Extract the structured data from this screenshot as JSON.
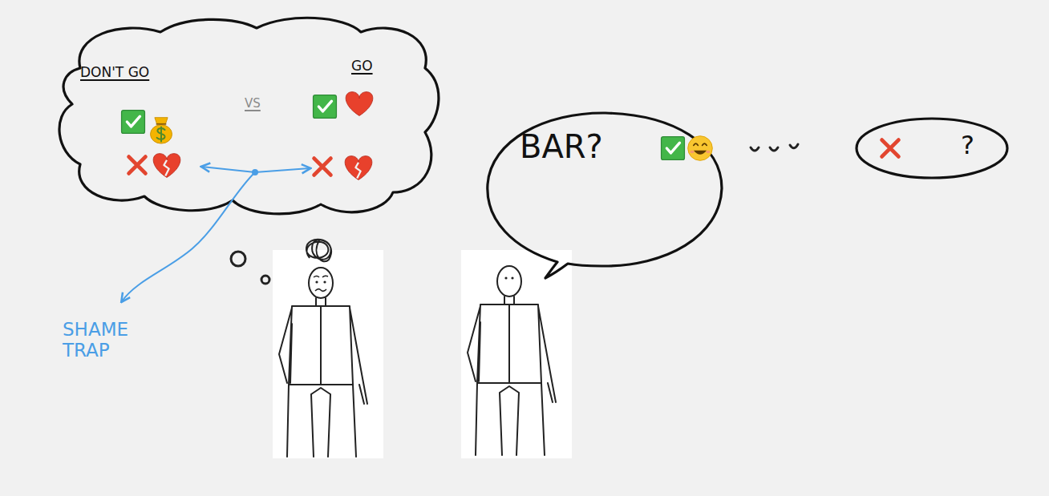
{
  "diagram": {
    "nodes": [
      {
        "text": [
          "DON'T GO",
          "VS",
          "GO"
        ]
      },
      {
        "text": [
          "BAR?"
        ]
      },
      {
        "text": [
          "?"
        ]
      }
    ],
    "labels": [
      "SHAME TRAP"
    ]
  }
}
